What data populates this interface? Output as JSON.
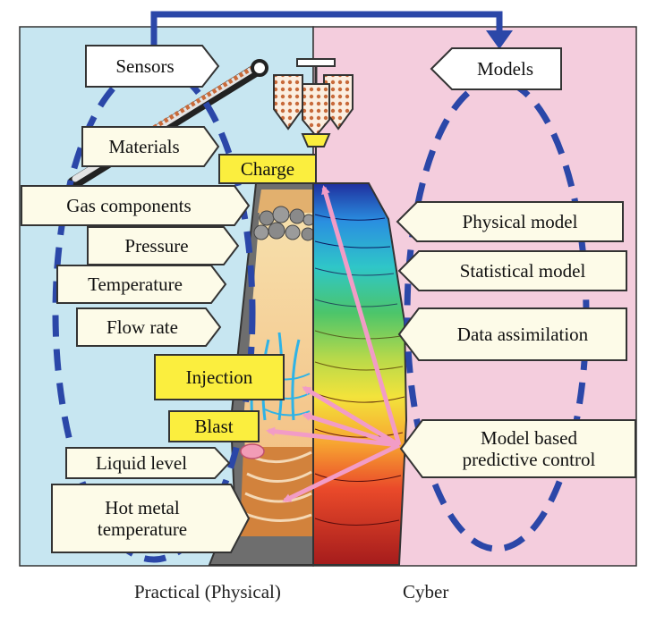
{
  "panels": {
    "physical_label": "Practical (Physical)",
    "cyber_label": "Cyber"
  },
  "headers": {
    "sensors": "Sensors",
    "models": "Models"
  },
  "sensor_labels": [
    "Materials",
    "Gas components",
    "Pressure",
    "Temperature",
    "Flow rate",
    "Liquid level",
    "Hot metal temperature"
  ],
  "hot_metal": {
    "line1": "Hot metal",
    "line2": "temperature"
  },
  "process_labels": {
    "charge": "Charge",
    "injection": "Injection",
    "blast": "Blast"
  },
  "model_labels": [
    "Physical model",
    "Statistical model",
    "Data assimilation"
  ],
  "control": {
    "line1": "Model based",
    "line2": "predictive control"
  },
  "colors": {
    "physical_bg": "#c7e6f1",
    "cyber_bg": "#f4cddd",
    "loop_blue": "#2b47a8",
    "label_yellow": "#fbee3e",
    "arrow_pink": "#f29cc6"
  }
}
